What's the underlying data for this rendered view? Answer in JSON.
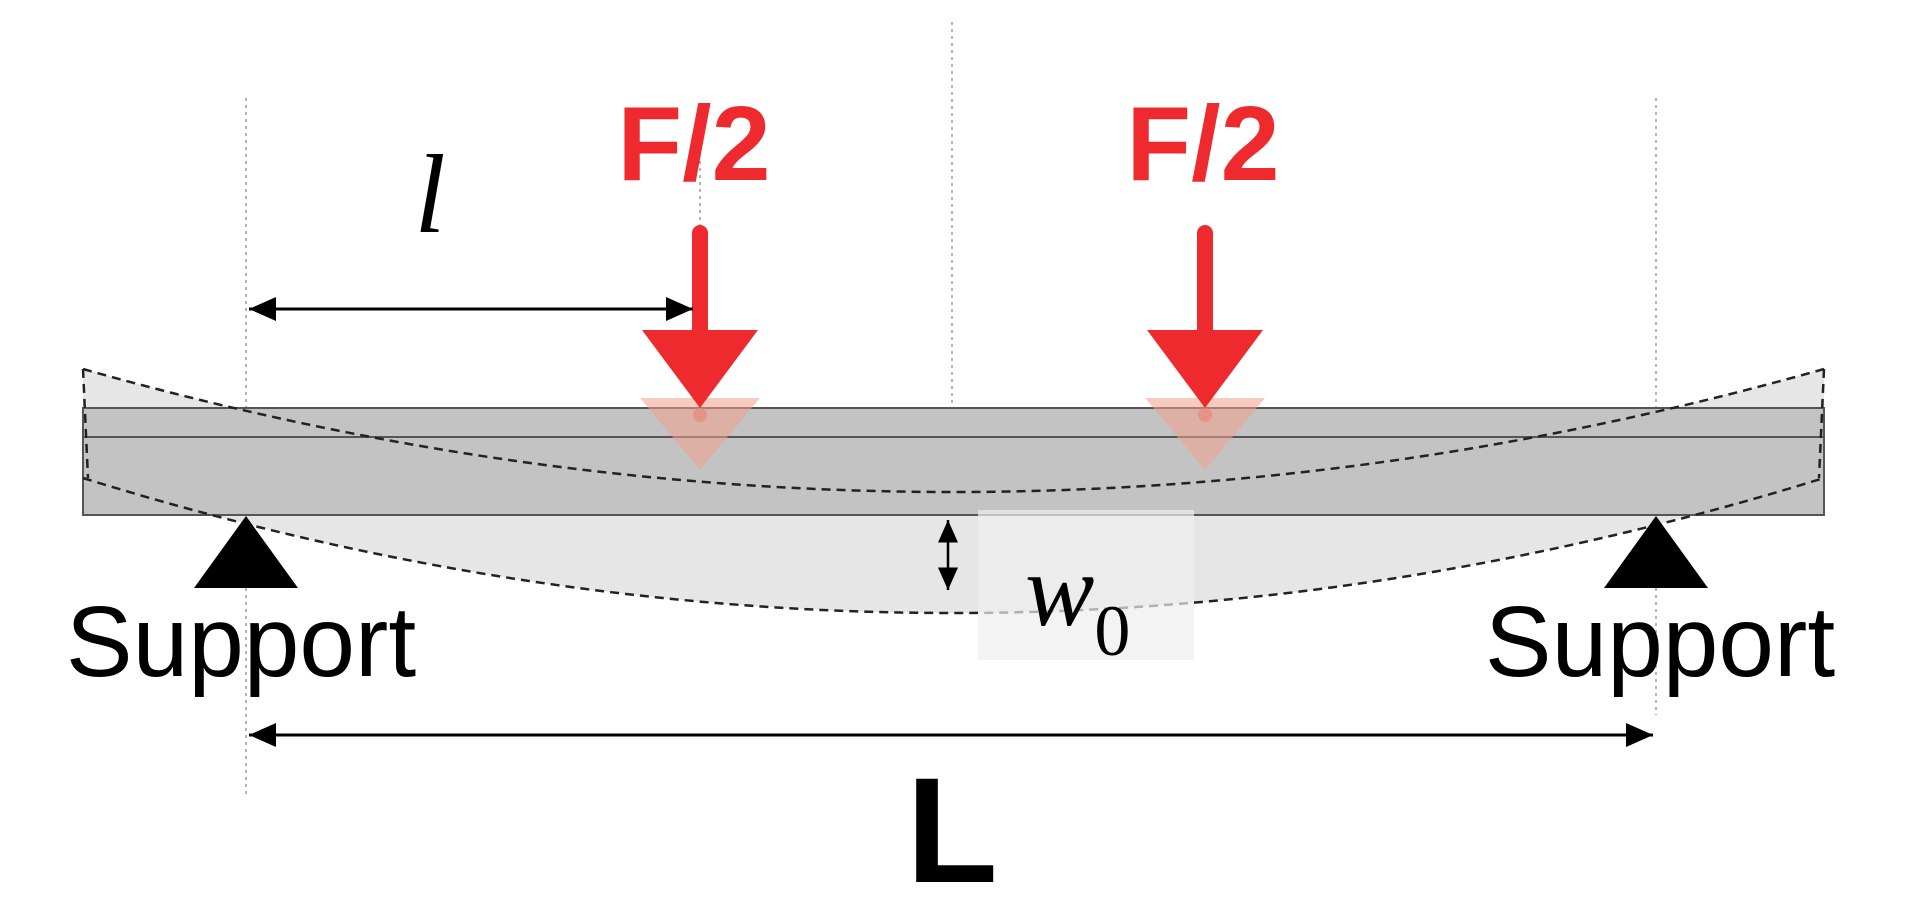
{
  "labels": {
    "load_left": "F/2",
    "load_right": "F/2",
    "load_distance": "l",
    "span": "L",
    "deflection_symbol": "w",
    "deflection_subscript": "0",
    "support_left": "Support",
    "support_right": "Support"
  },
  "colors": {
    "load": "#ee2a2f",
    "beam_fill": "#c3c3c3",
    "deflected_fill": "#e6e6e6",
    "outline": "#555555",
    "text": "#000000"
  }
}
